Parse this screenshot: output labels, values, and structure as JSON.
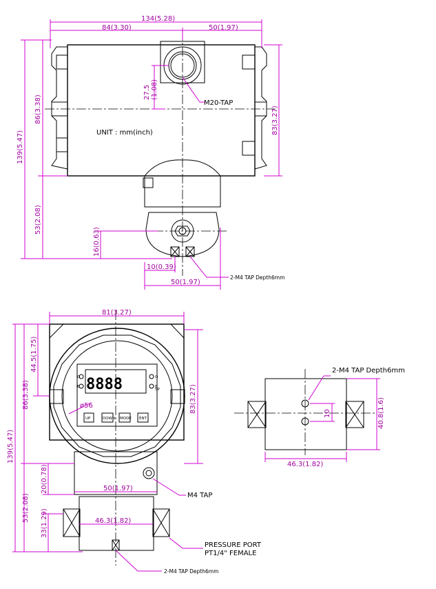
{
  "top_view": {
    "dim_overall_width": "134(5.28)",
    "dim_left_width": "84(3.30)",
    "dim_right_width": "50(1.97)",
    "dim_overall_height": "139(5.47)",
    "dim_body_height_left": "86(3.38)",
    "dim_body_height_right": "83(3.27)",
    "dim_neck_height": "53(2.08)",
    "dim_port_offset": "16(0.63)",
    "dim_conduit_offset": "27.5\n(1.08)",
    "dim_tap_offset": "10(0.39)",
    "dim_bottom_width": "50(1.97)",
    "callout_conduit": "M20-TAP",
    "unit_note": "UNIT : mm(inch)",
    "callout_mount_tap": "2-M4 TAP Depth6mm"
  },
  "front_view": {
    "dim_width": "81(3.27)",
    "dim_overall_height": "139(5.47)",
    "dim_body_height": "86(3.38)",
    "dim_top_height": "44.5(1.75)",
    "dim_right_height": "83(3.27)",
    "dim_neck_height": "53(2.08)",
    "dim_diameter": "ø56",
    "dim_neck_width": "50(1.97)",
    "dim_port_width": "46.3(1.82)",
    "dim_neck_offset": "20(0.78)",
    "dim_port_height": "33(1.29)",
    "display_digits": "8888",
    "led_labels": [
      "O",
      "B",
      "O",
      "B",
      "SP"
    ],
    "keys": [
      "UP",
      "DOWN",
      "MODE",
      "ENT"
    ],
    "callout_ground": "M4 TAP",
    "callout_port_line1": "PRESSURE PORT",
    "callout_port_line2": "PT1/4\" FEMALE",
    "callout_bottom_tap": "2-M4 TAP Depth6mm"
  },
  "side_view": {
    "callout_tap": "2-M4 TAP Depth6mm",
    "dim_hole_spacing": "10",
    "dim_height": "40.8(1.6)",
    "dim_width": "46.3(1.82)"
  }
}
